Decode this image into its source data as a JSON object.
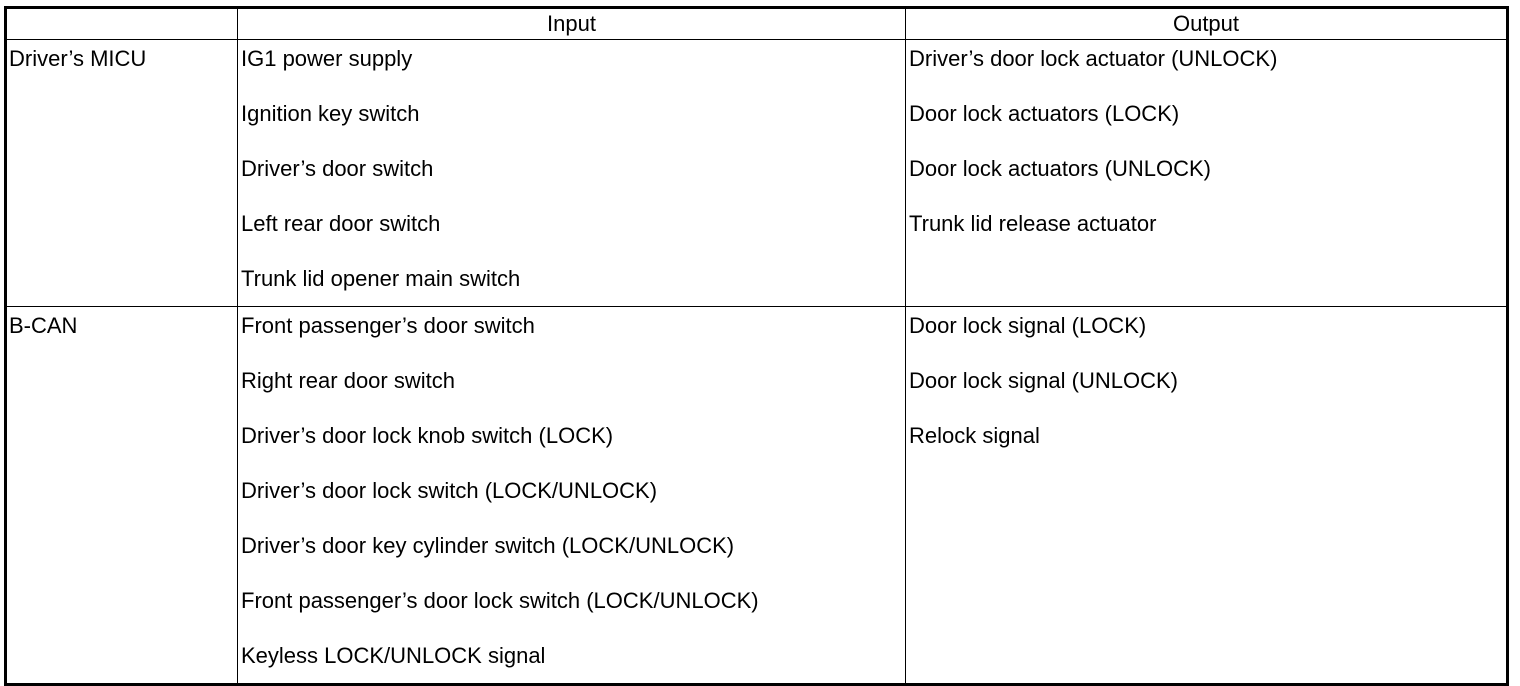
{
  "table": {
    "headers": [
      "",
      "Input",
      "Output"
    ],
    "rows": [
      {
        "source": "Driver’s MICU",
        "inputs": [
          "IG1 power supply",
          "Ignition key switch",
          "Driver’s door switch",
          "Left rear door switch",
          "Trunk lid opener main switch"
        ],
        "outputs": [
          "Driver’s door lock actuator (UNLOCK)",
          "Door lock actuators (LOCK)",
          "Door lock actuators (UNLOCK)",
          "Trunk lid release actuator"
        ]
      },
      {
        "source": "B-CAN",
        "inputs": [
          "Front passenger’s door switch",
          "Right rear door switch",
          "Driver’s door lock knob switch (LOCK)",
          "Driver’s door lock switch (LOCK/UNLOCK)",
          "Driver’s door key cylinder switch (LOCK/UNLOCK)",
          "Front passenger’s door lock switch (LOCK/UNLOCK)",
          "Keyless LOCK/UNLOCK signal"
        ],
        "outputs": [
          "Door lock signal (LOCK)",
          "Door lock signal (UNLOCK)",
          "Relock signal"
        ]
      }
    ]
  }
}
